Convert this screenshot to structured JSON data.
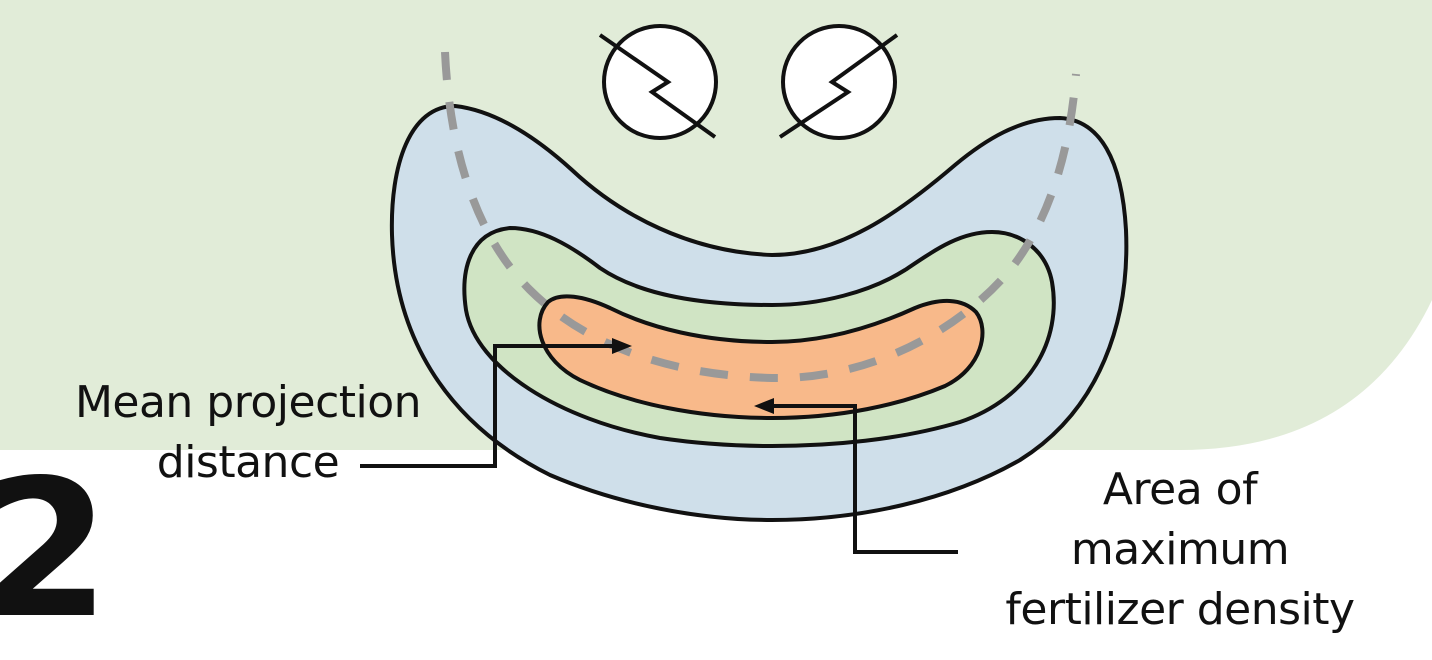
{
  "colors": {
    "background_field": "#e1ecd8",
    "outer_band": "#cfdfea",
    "middle_band": "#d0e4c4",
    "inner_band": "#f8b98a",
    "projection_line": "#999999",
    "outline": "#111111",
    "sprinkler_fill": "#ffffff"
  },
  "labels": {
    "mean_projection": [
      "Mean projection",
      "distance"
    ],
    "max_density": [
      "Area of",
      "maximum",
      "fertilizer density"
    ]
  },
  "page_marker": "2",
  "icons": {
    "spinner_disc_left": "spinner-disc-icon",
    "spinner_disc_right": "spinner-disc-icon"
  }
}
